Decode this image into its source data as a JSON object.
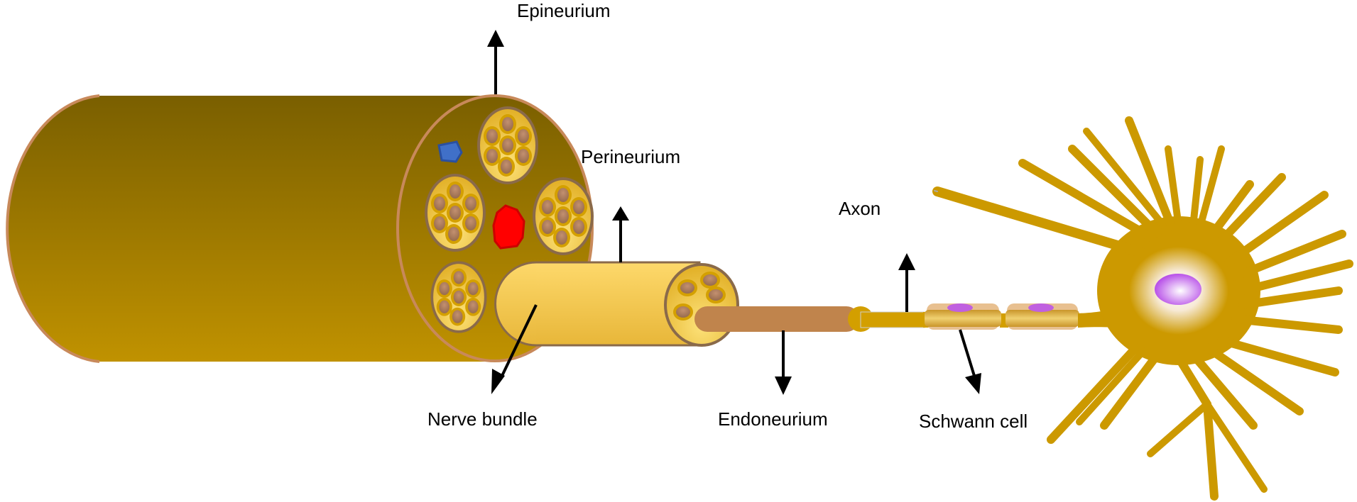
{
  "title": "Peripheral nerve structure",
  "labels": {
    "epineurium": "Epineurium",
    "perineurium": "Perineurium",
    "axon": "Axon",
    "nerve_bundle": "Nerve bundle",
    "endoneurium": "Endoneurium",
    "schwann_cell": "Schwann cell"
  },
  "colors": {
    "epineurium_dark": "#7a5f00",
    "epineurium_light": "#c09200",
    "rim": "#c8895a",
    "fascicle_light": "#fde27a",
    "fascicle_mid": "#e8b92e",
    "fascicle_rim": "#8a6a4a",
    "fiber": "#a87a5a",
    "fiber_ring": "#d4a000",
    "endoneurium": "#c0844c",
    "axon": "#d39f00",
    "vein": "#3f6fc5",
    "artery": "#ff0000",
    "nucleus": "#c060e0",
    "schwann": "#e8b870",
    "neuron": "#cc9900",
    "arrow": "#000000"
  },
  "fascicles_in_cross_section": 5,
  "fibers_per_fascicle": 7
}
